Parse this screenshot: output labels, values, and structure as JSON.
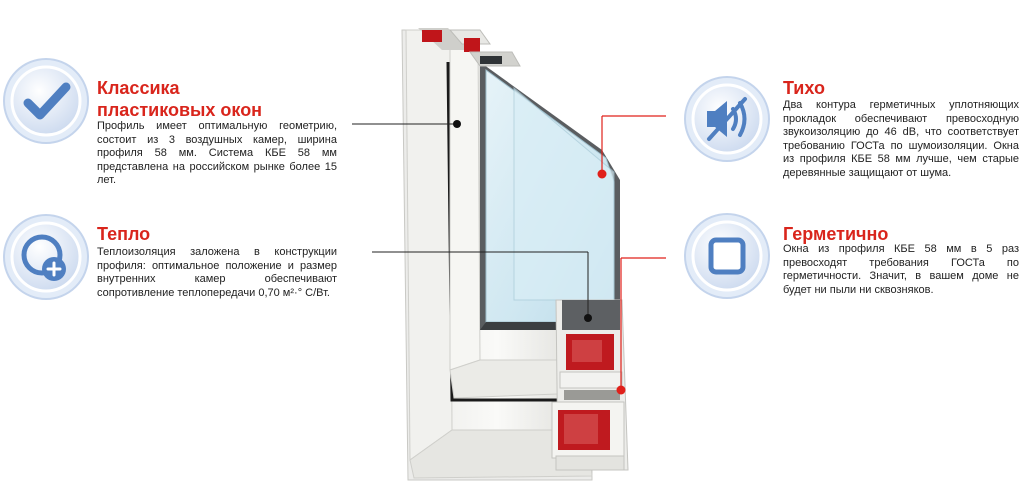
{
  "colors": {
    "title_red": "#d9251c",
    "dot_red": "#e0201a",
    "badge_blue": "#4f7fc1",
    "badge_light": "#e3ecf8",
    "profile_white": "#f2f2f0",
    "glass": "#d6ebf3"
  },
  "icons": {
    "klassika": "checkmark-icon",
    "teplo": "plus-icon",
    "tiho": "muted-speaker-icon",
    "germetichno": "square-icon"
  },
  "features": {
    "klassika": {
      "title_line1": "Классика",
      "title_line2": "пластиковых окон",
      "text": "Профиль имеет оптимальную геометрию, состоит из 3 воздушных камер, ширина профиля 58 мм. Система КБЕ 58 мм представлена на российском рынке более 15 лет."
    },
    "teplo": {
      "title": "Тепло",
      "text": "Теплоизоляция заложена в конструкции профиля: оптимальное положение и размер внутренних камер обеспечивают сопротивление теплопередачи 0,70 м²·° С/Вт."
    },
    "tiho": {
      "title": "Тихо",
      "text": "Два контура герметичных уплотняющих прокладок обеспечивают превосходную звукоизоляцию до 46 dB, что соответствует требованию ГОСТа по шумоизоляции. Окна из профиля КБЕ 58 мм лучше, чем старые деревянные защищают от шума."
    },
    "germetichno": {
      "title": "Герметично",
      "text": "Окна из профиля КБЕ 58 мм в 5 раз превосходят требования ГОСТа по герметичности. Значит, в вашем доме не будет ни пыли ни сквозняков."
    }
  }
}
